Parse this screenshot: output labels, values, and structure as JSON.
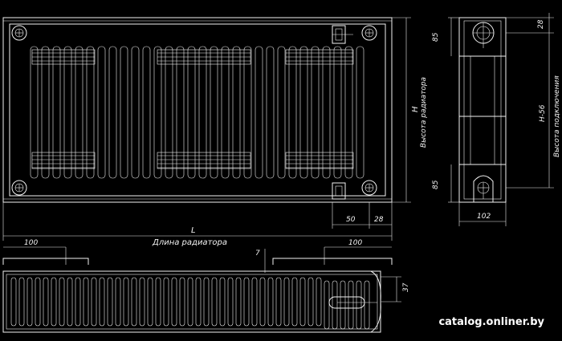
{
  "front_view": {
    "height_label": "H",
    "height_caption": "Высота радиатора",
    "length_label": "L",
    "length_caption": "Длина радиатора",
    "offset_right": "50",
    "offset_right2": "28"
  },
  "side_view": {
    "top_dim": "85",
    "top_right_dim": "28",
    "bottom_dim": "85",
    "connection_label": "H-56",
    "connection_caption": "Высота подключения",
    "depth": "102"
  },
  "top_view": {
    "left_offset": "100",
    "right_offset": "100",
    "center_dim": "7",
    "side_dim": "37"
  },
  "watermark": "catalog.onliner.by",
  "colors": {
    "background": "#000000",
    "lines": "#f2f2f2"
  }
}
